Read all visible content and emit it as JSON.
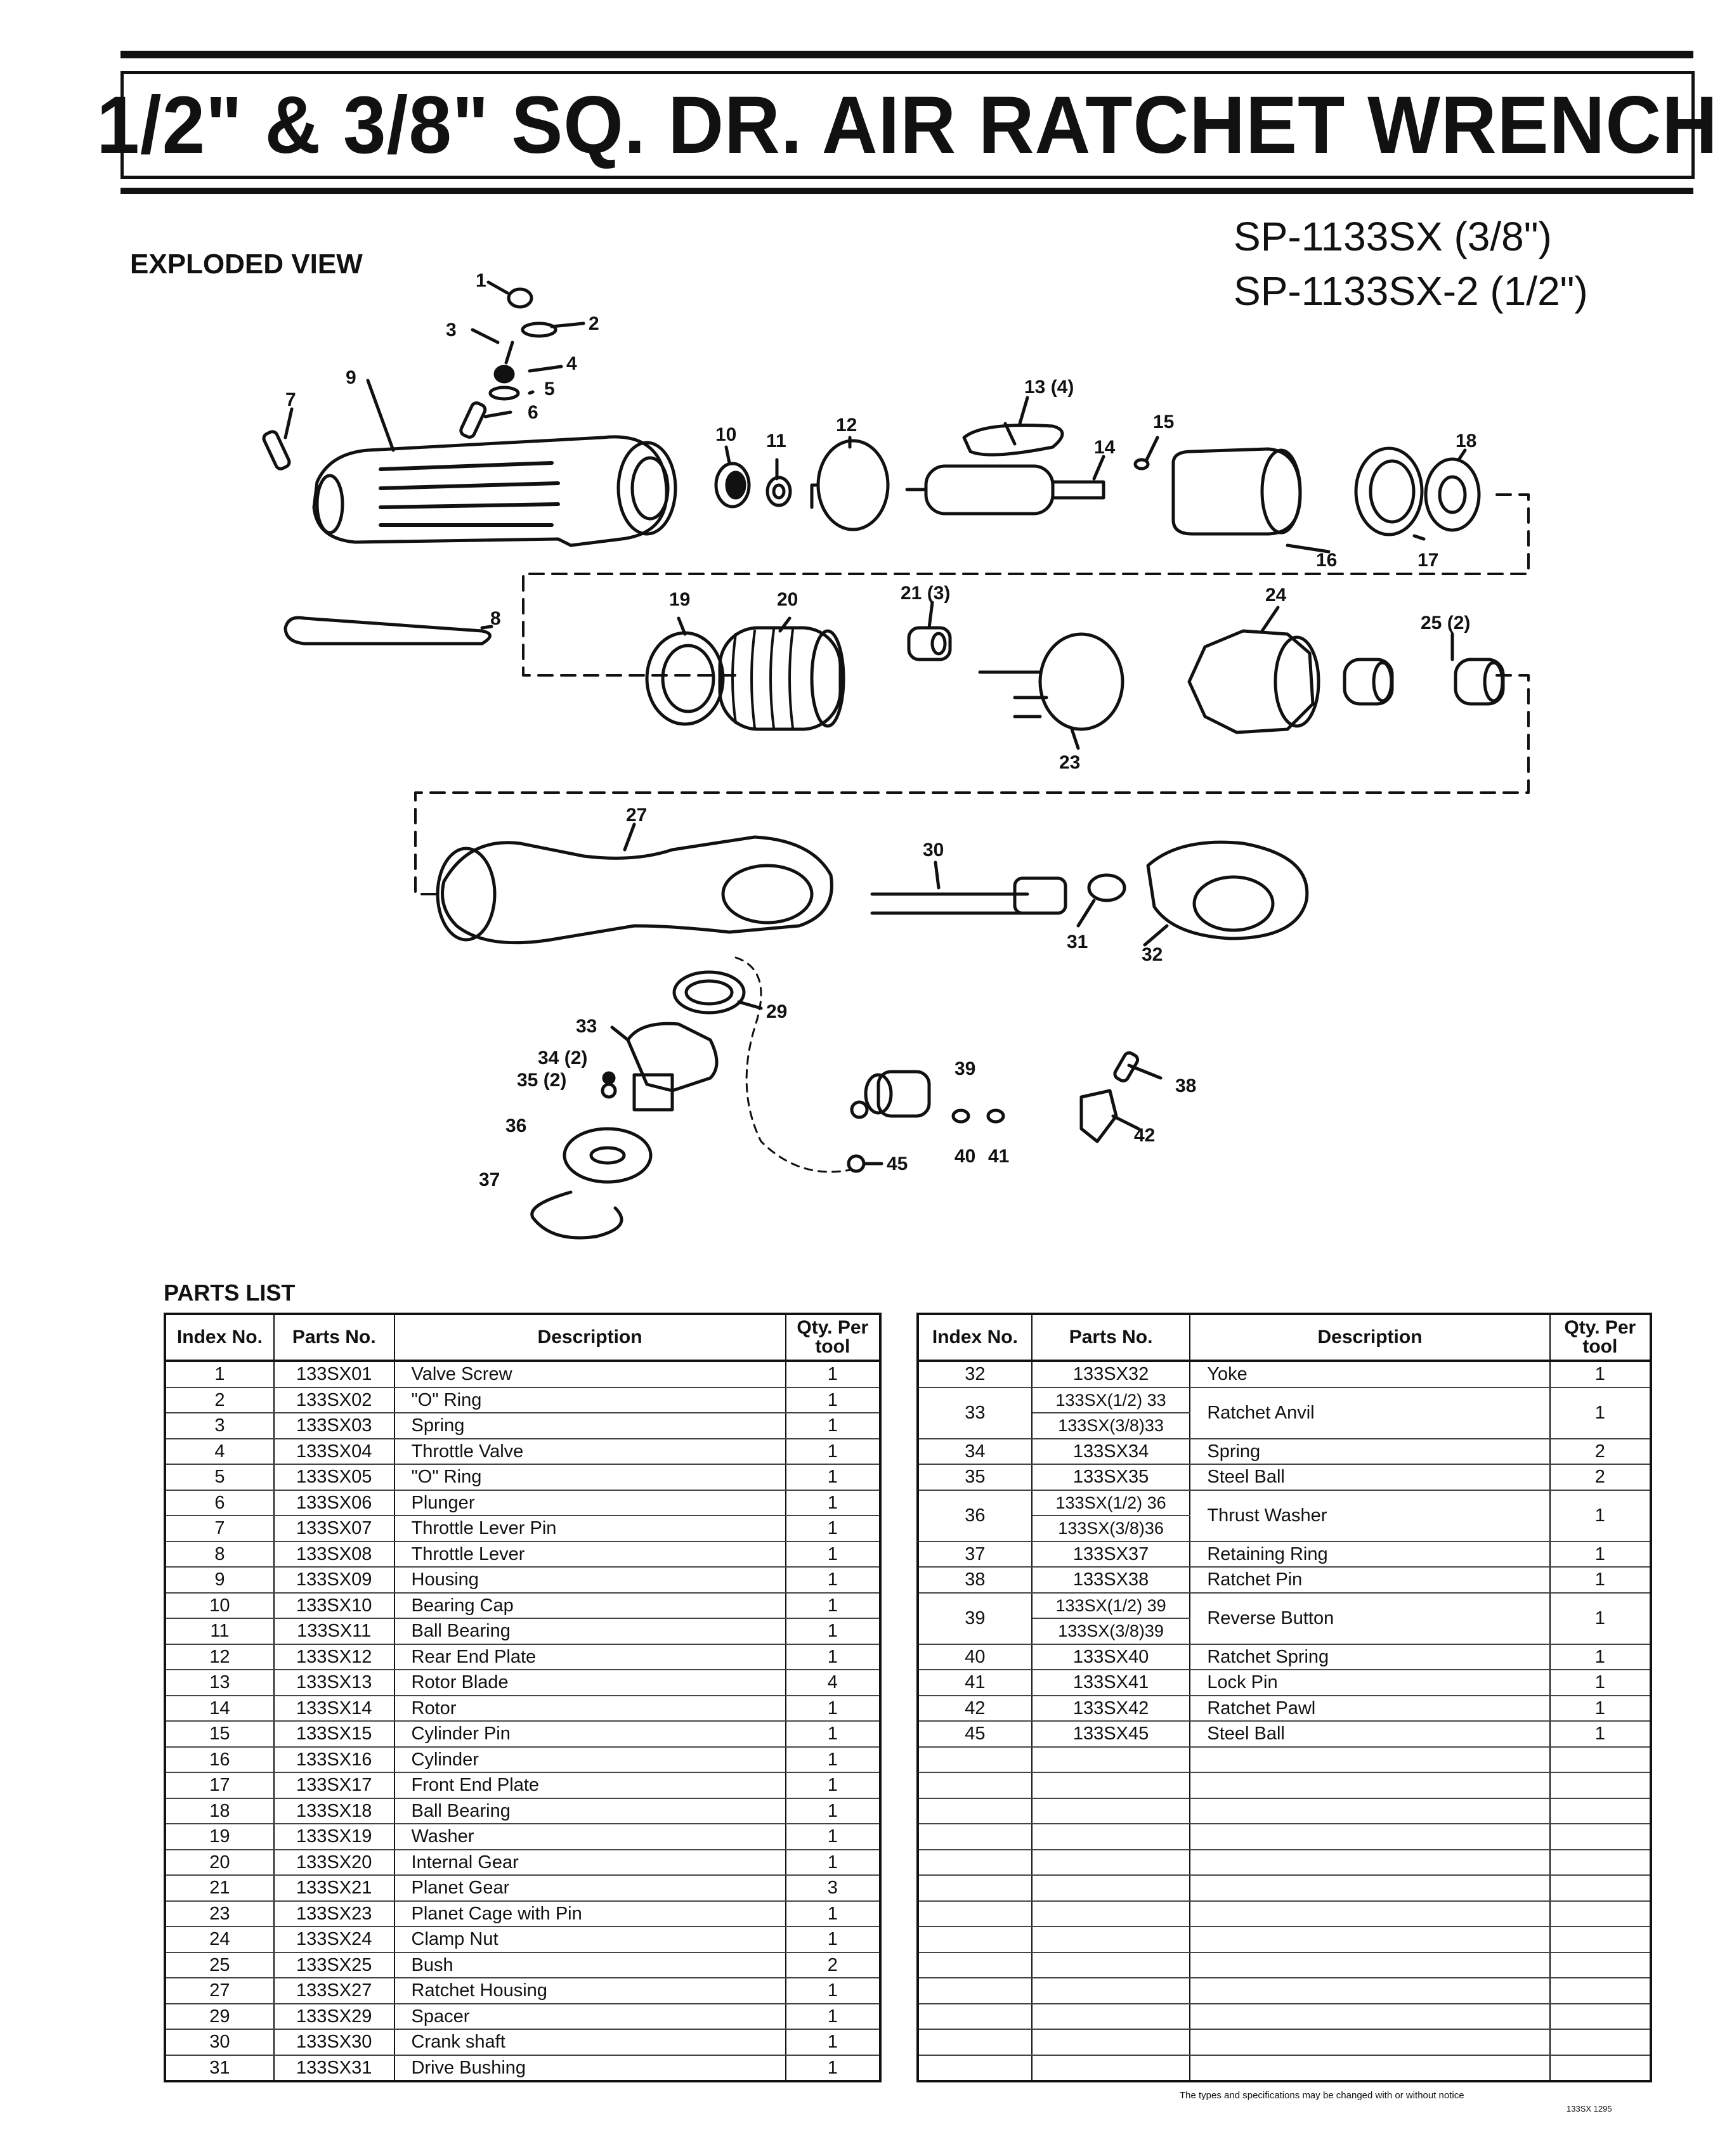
{
  "title": "1/2\" & 3/8\" SQ. DR. AIR RATCHET WRENCH",
  "exploded_view_label": "EXPLODED VIEW",
  "models": [
    "SP-1133SX (3/8\")",
    "SP-1133SX-2 (1/2\")"
  ],
  "diagram_labels": [
    "1",
    "2",
    "3",
    "4",
    "5",
    "6",
    "7",
    "8",
    "9",
    "10",
    "11",
    "12",
    "13 (4)",
    "14",
    "15",
    "16",
    "17",
    "18",
    "19",
    "20",
    "21 (3)",
    "23",
    "24",
    "25 (2)",
    "27",
    "29",
    "30",
    "31",
    "32",
    "33",
    "34 (2)",
    "35 (2)",
    "36",
    "37",
    "38",
    "39",
    "40",
    "41",
    "42",
    "45"
  ],
  "parts_list_label": "PARTS LIST",
  "columns": [
    "Index No.",
    "Parts No.",
    "Description",
    "Qty. Per tool"
  ],
  "parts_left": [
    {
      "index": "1",
      "part": "133SX01",
      "desc": "Valve Screw",
      "qty": "1"
    },
    {
      "index": "2",
      "part": "133SX02",
      "desc": "\"O\" Ring",
      "qty": "1"
    },
    {
      "index": "3",
      "part": "133SX03",
      "desc": "Spring",
      "qty": "1"
    },
    {
      "index": "4",
      "part": "133SX04",
      "desc": "Throttle Valve",
      "qty": "1"
    },
    {
      "index": "5",
      "part": "133SX05",
      "desc": "\"O\" Ring",
      "qty": "1"
    },
    {
      "index": "6",
      "part": "133SX06",
      "desc": "Plunger",
      "qty": "1"
    },
    {
      "index": "7",
      "part": "133SX07",
      "desc": "Throttle Lever Pin",
      "qty": "1"
    },
    {
      "index": "8",
      "part": "133SX08",
      "desc": "Throttle Lever",
      "qty": "1"
    },
    {
      "index": "9",
      "part": "133SX09",
      "desc": "Housing",
      "qty": "1"
    },
    {
      "index": "10",
      "part": "133SX10",
      "desc": "Bearing Cap",
      "qty": "1"
    },
    {
      "index": "11",
      "part": "133SX11",
      "desc": "Ball Bearing",
      "qty": "1"
    },
    {
      "index": "12",
      "part": "133SX12",
      "desc": "Rear End Plate",
      "qty": "1"
    },
    {
      "index": "13",
      "part": "133SX13",
      "desc": "Rotor Blade",
      "qty": "4"
    },
    {
      "index": "14",
      "part": "133SX14",
      "desc": "Rotor",
      "qty": "1"
    },
    {
      "index": "15",
      "part": "133SX15",
      "desc": "Cylinder Pin",
      "qty": "1"
    },
    {
      "index": "16",
      "part": "133SX16",
      "desc": "Cylinder",
      "qty": "1"
    },
    {
      "index": "17",
      "part": "133SX17",
      "desc": "Front End Plate",
      "qty": "1"
    },
    {
      "index": "18",
      "part": "133SX18",
      "desc": "Ball Bearing",
      "qty": "1"
    },
    {
      "index": "19",
      "part": "133SX19",
      "desc": "Washer",
      "qty": "1"
    },
    {
      "index": "20",
      "part": "133SX20",
      "desc": "Internal Gear",
      "qty": "1"
    },
    {
      "index": "21",
      "part": "133SX21",
      "desc": "Planet Gear",
      "qty": "3"
    },
    {
      "index": "23",
      "part": "133SX23",
      "desc": "Planet Cage with Pin",
      "qty": "1"
    },
    {
      "index": "24",
      "part": "133SX24",
      "desc": "Clamp Nut",
      "qty": "1"
    },
    {
      "index": "25",
      "part": "133SX25",
      "desc": "Bush",
      "qty": "2"
    },
    {
      "index": "27",
      "part": "133SX27",
      "desc": "Ratchet Housing",
      "qty": "1"
    },
    {
      "index": "29",
      "part": "133SX29",
      "desc": "Spacer",
      "qty": "1"
    },
    {
      "index": "30",
      "part": "133SX30",
      "desc": "Crank shaft",
      "qty": "1"
    },
    {
      "index": "31",
      "part": "133SX31",
      "desc": "Drive Bushing",
      "qty": "1"
    }
  ],
  "parts_right": [
    {
      "index": "32",
      "parts": [
        "133SX32"
      ],
      "desc": "Yoke",
      "qty": "1"
    },
    {
      "index": "33",
      "parts": [
        "133SX(1/2) 33",
        "133SX(3/8)33"
      ],
      "desc": "Ratchet Anvil",
      "qty": "1"
    },
    {
      "index": "34",
      "parts": [
        "133SX34"
      ],
      "desc": "Spring",
      "qty": "2"
    },
    {
      "index": "35",
      "parts": [
        "133SX35"
      ],
      "desc": "Steel Ball",
      "qty": "2"
    },
    {
      "index": "36",
      "parts": [
        "133SX(1/2) 36",
        "133SX(3/8)36"
      ],
      "desc": "Thrust Washer",
      "qty": "1"
    },
    {
      "index": "37",
      "parts": [
        "133SX37"
      ],
      "desc": "Retaining Ring",
      "qty": "1"
    },
    {
      "index": "38",
      "parts": [
        "133SX38"
      ],
      "desc": "Ratchet Pin",
      "qty": "1"
    },
    {
      "index": "39",
      "parts": [
        "133SX(1/2) 39",
        "133SX(3/8)39"
      ],
      "desc": "Reverse Button",
      "qty": "1"
    },
    {
      "index": "40",
      "parts": [
        "133SX40"
      ],
      "desc": "Ratchet Spring",
      "qty": "1"
    },
    {
      "index": "41",
      "parts": [
        "133SX41"
      ],
      "desc": "Lock Pin",
      "qty": "1"
    },
    {
      "index": "42",
      "parts": [
        "133SX42"
      ],
      "desc": "Ratchet Pawl",
      "qty": "1"
    },
    {
      "index": "45",
      "parts": [
        "133SX45"
      ],
      "desc": "Steel Ball",
      "qty": "1"
    }
  ],
  "footnote": "The types and specifications may be changed with or without notice",
  "footnote_code": "133SX 1295"
}
